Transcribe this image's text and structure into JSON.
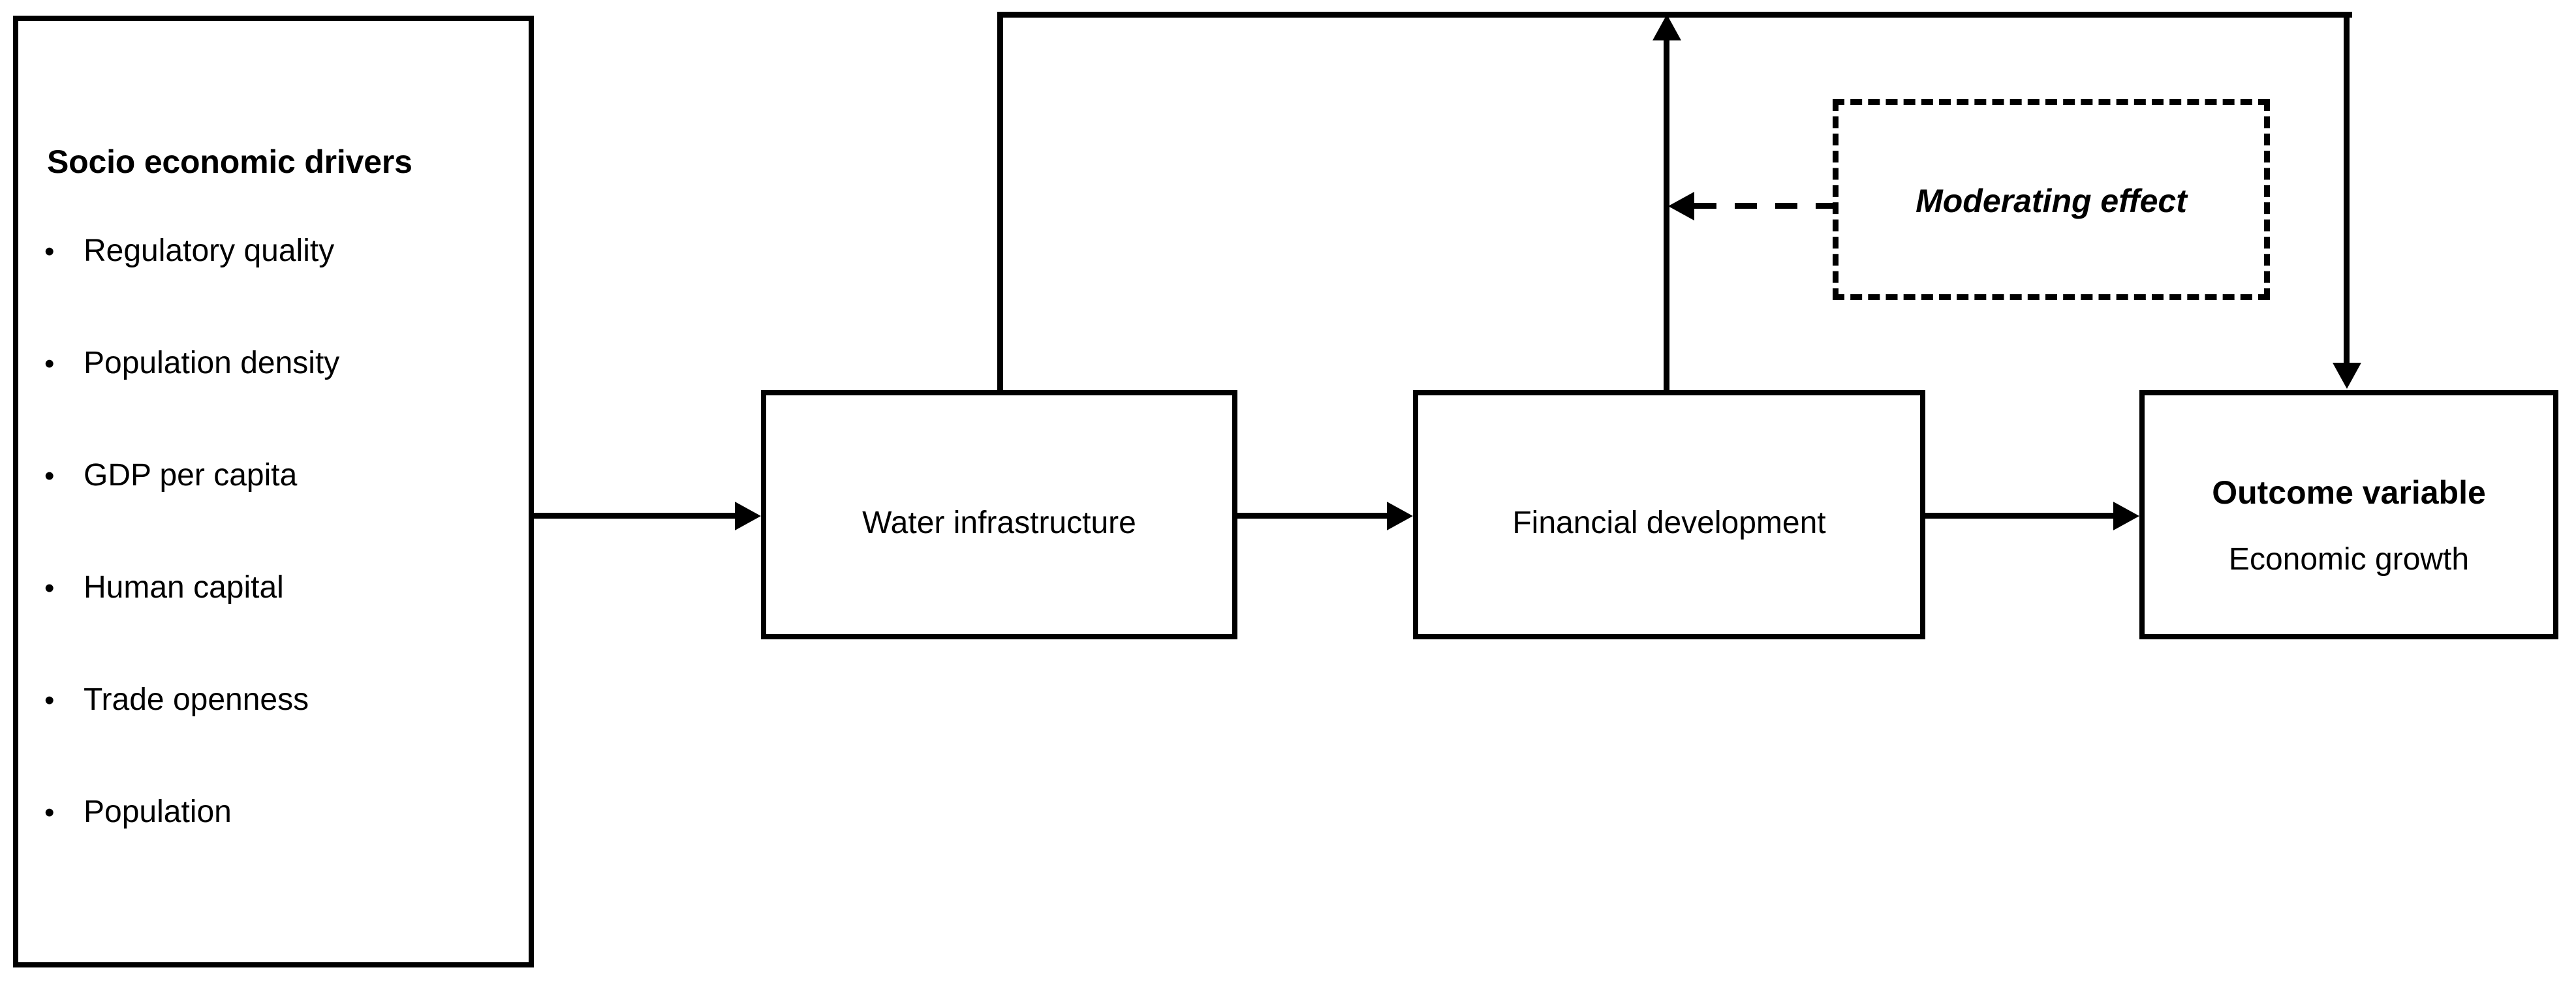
{
  "diagram": {
    "drivers_panel": {
      "title": "Socio economic drivers",
      "bullet_glyph": "•",
      "items": [
        "Regulatory quality",
        "Population density",
        "GDP per capita",
        "Human capital",
        "Trade openness",
        "Population"
      ]
    },
    "nodes": {
      "water": {
        "label": "Water infrastructure"
      },
      "finance": {
        "label": "Financial development"
      },
      "outcome": {
        "title": "Outcome variable",
        "subtitle": "Economic growth"
      },
      "moderator": {
        "label": "Moderating effect"
      }
    },
    "colors": {
      "stroke": "#000000",
      "background": "#ffffff"
    }
  }
}
